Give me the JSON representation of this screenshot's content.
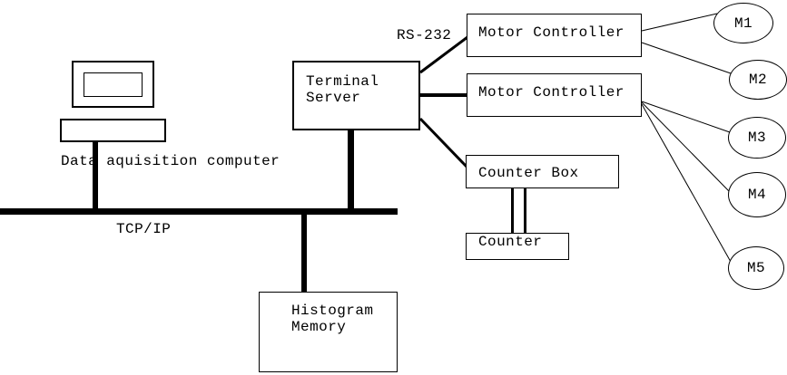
{
  "colors": {
    "background": "#ffffff",
    "line": "#000000",
    "text": "#000000"
  },
  "edge_labels": {
    "network_bus": "TCP/IP",
    "serial_link": "RS-232"
  },
  "nodes": {
    "computer_caption": "Data aquisition computer",
    "terminal_server": "Terminal\nServer",
    "motor_controller_1": "Motor Controller",
    "motor_controller_2": "Motor Controller",
    "counter_box": "Counter Box",
    "counter": "Counter",
    "histogram_memory": "Histogram\nMemory",
    "motors": [
      {
        "label": "M1"
      },
      {
        "label": "M2"
      },
      {
        "label": "M3"
      },
      {
        "label": "M4"
      },
      {
        "label": "M5"
      }
    ]
  }
}
